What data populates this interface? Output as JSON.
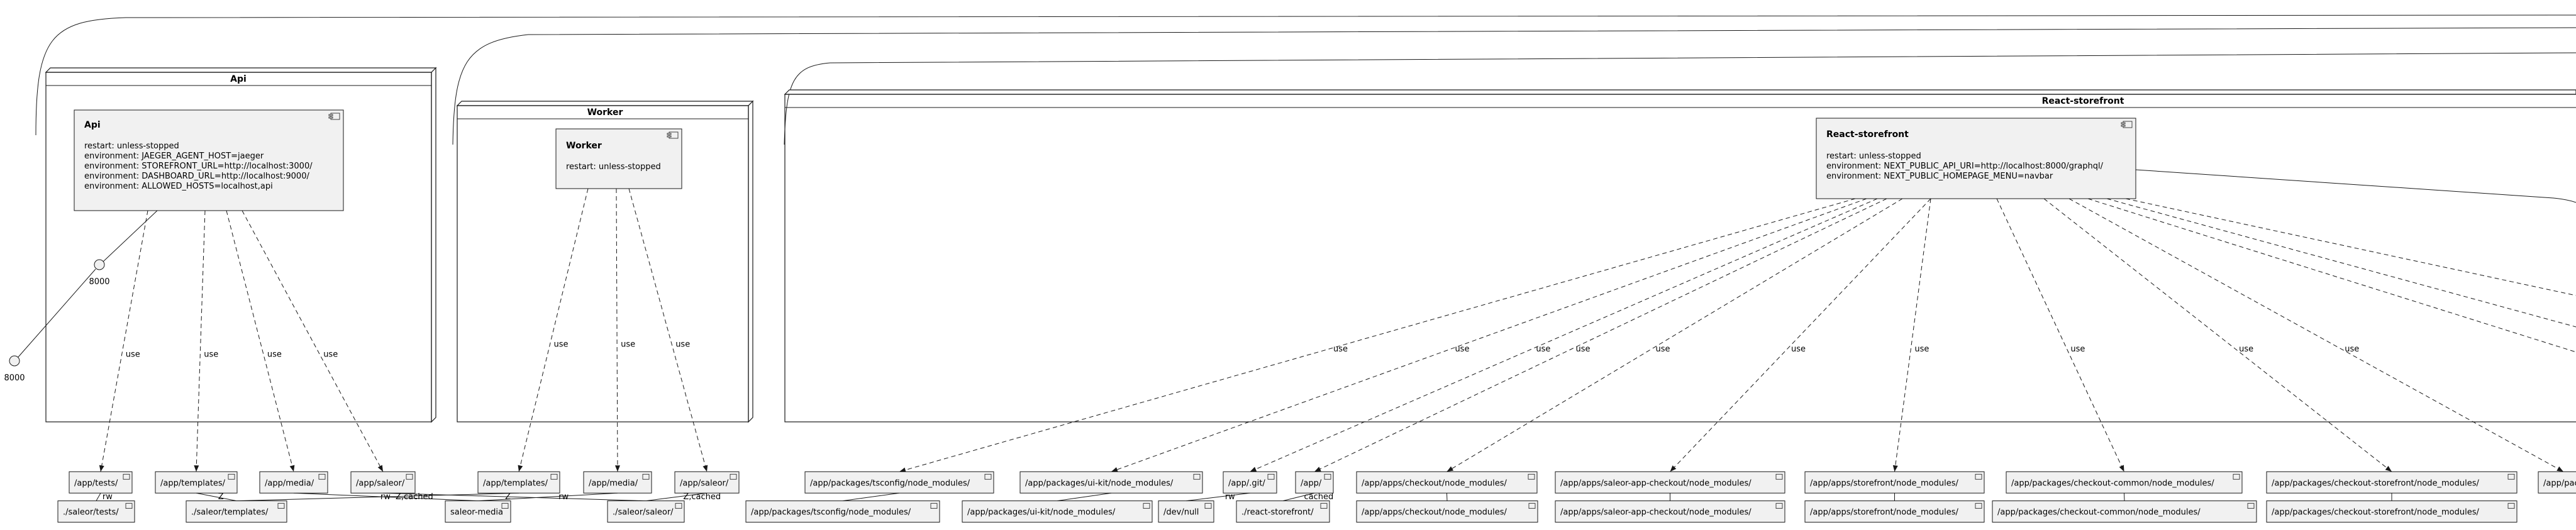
{
  "nodes": [
    {
      "id": "api",
      "title": "Api"
    },
    {
      "id": "worker",
      "title": "Worker"
    },
    {
      "id": "storefront",
      "title": "React-storefront"
    }
  ],
  "services": [
    {
      "id": "api-svc",
      "title": "Api",
      "lines": [
        "restart: unless-stopped",
        "environment: JAEGER_AGENT_HOST=jaeger",
        "environment: STOREFRONT_URL=http://localhost:3000/",
        "environment: DASHBOARD_URL=http://localhost:9000/",
        "environment: ALLOWED_HOSTS=localhost,api"
      ]
    },
    {
      "id": "worker-svc",
      "title": "Worker",
      "lines": [
        "restart: unless-stopped"
      ]
    },
    {
      "id": "storefront-svc",
      "title": "React-storefront",
      "lines": [
        "restart: unless-stopped",
        "environment: NEXT_PUBLIC_API_URI=http://localhost:8000/graphql/",
        "environment: NEXT_PUBLIC_HOMEPAGE_MENU=navbar"
      ]
    }
  ],
  "ports": [
    {
      "id": "p8000a",
      "label": "8000"
    },
    {
      "id": "p8000b",
      "label": "8000"
    }
  ],
  "container_paths": [
    {
      "id": "c-api-tests",
      "label": "/app/tests/"
    },
    {
      "id": "c-api-templates",
      "label": "/app/templates/"
    },
    {
      "id": "c-api-media",
      "label": "/app/media/"
    },
    {
      "id": "c-api-saleor",
      "label": "/app/saleor/"
    },
    {
      "id": "c-wk-templates",
      "label": "/app/templates/"
    },
    {
      "id": "c-wk-media",
      "label": "/app/media/"
    },
    {
      "id": "c-wk-saleor",
      "label": "/app/saleor/"
    },
    {
      "id": "c-sf-tsconfig",
      "label": "/app/packages/tsconfig/node_modules/"
    },
    {
      "id": "c-sf-uikit",
      "label": "/app/packages/ui-kit/node_modules/"
    },
    {
      "id": "c-sf-git",
      "label": "/app/.git/"
    },
    {
      "id": "c-sf-app",
      "label": "/app/"
    },
    {
      "id": "c-sf-checkout",
      "label": "/app/apps/checkout/node_modules/"
    },
    {
      "id": "c-sf-saleorapp",
      "label": "/app/apps/saleor-app-checkout/node_modules/"
    },
    {
      "id": "c-sf-storefront",
      "label": "/app/apps/storefront/node_modules/"
    },
    {
      "id": "c-sf-cocommon",
      "label": "/app/packages/checkout-common/node_modules/"
    },
    {
      "id": "c-sf-costore",
      "label": "/app/packages/checkout-storefront/node_modules/"
    },
    {
      "id": "c-sf-cut",
      "label": "/app/pac"
    }
  ],
  "host_paths": [
    {
      "id": "h-tests",
      "label": "./saleor/tests/"
    },
    {
      "id": "h-templates",
      "label": "./saleor/templates/"
    },
    {
      "id": "h-media",
      "label": "saleor-media"
    },
    {
      "id": "h-saleor",
      "label": "./saleor/saleor/"
    },
    {
      "id": "h-tsconfig",
      "label": "/app/packages/tsconfig/node_modules/"
    },
    {
      "id": "h-uikit",
      "label": "/app/packages/ui-kit/node_modules/"
    },
    {
      "id": "h-devnull",
      "label": "/dev/null"
    },
    {
      "id": "h-rsf",
      "label": "./react-storefront/"
    },
    {
      "id": "h-checkout",
      "label": "/app/apps/checkout/node_modules/"
    },
    {
      "id": "h-saleorapp",
      "label": "/app/apps/saleor-app-checkout/node_modules/"
    },
    {
      "id": "h-storefront",
      "label": "/app/apps/storefront/node_modules/"
    },
    {
      "id": "h-cocommon",
      "label": "/app/packages/checkout-common/node_modules/"
    },
    {
      "id": "h-costore",
      "label": "/app/packages/checkout-storefront/node_modules/"
    }
  ],
  "edge_labels": {
    "use": "use",
    "rw": "rw",
    "z": "Z",
    "z_cached": "Z,cached",
    "cached": "cached"
  }
}
